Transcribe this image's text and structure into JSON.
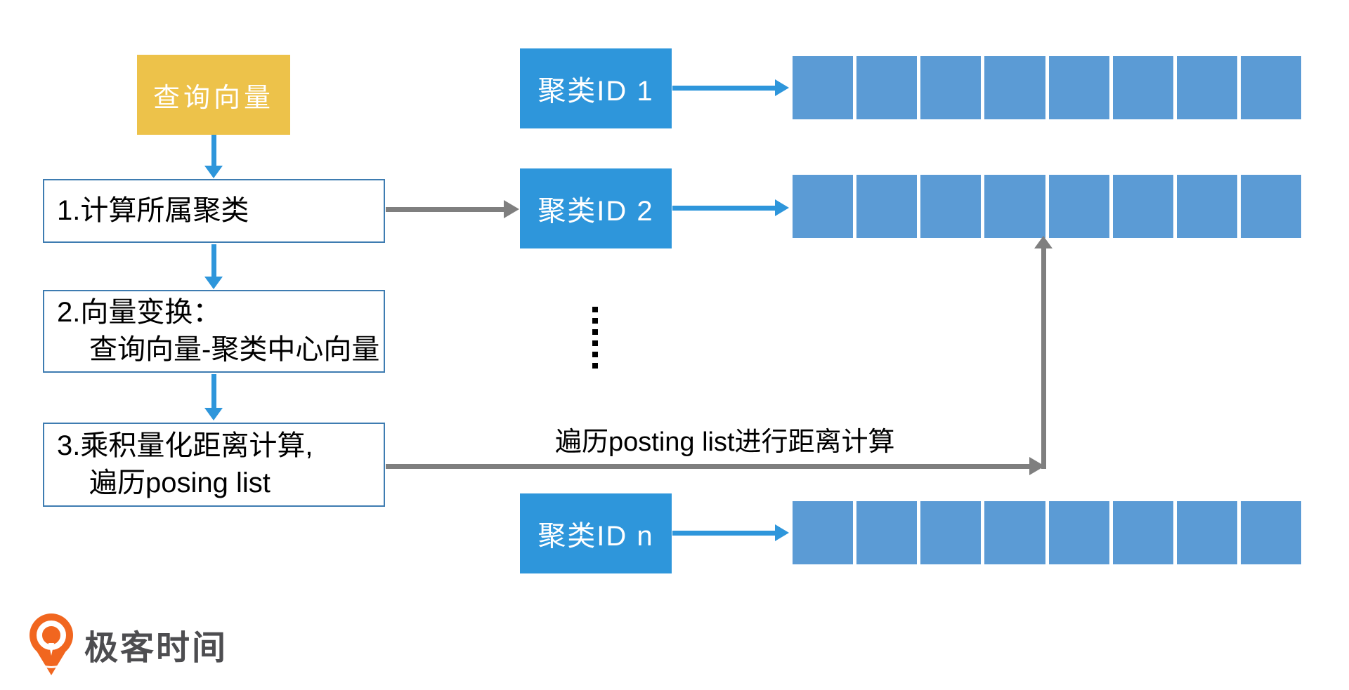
{
  "colors": {
    "yellow": "#edc24a",
    "bright_blue": "#2e96db",
    "cell_blue": "#5b9bd5",
    "border_blue": "#3e7cb1",
    "gray": "#7f7f7f",
    "logo_orange": "#f1661f",
    "logo_text": "#4d4d50"
  },
  "flow": {
    "query_box": {
      "label": "查询向量"
    },
    "steps": [
      {
        "lines": [
          "1.计算所属聚类"
        ]
      },
      {
        "lines": [
          "2.向量变换：",
          "查询向量-聚类中心向量"
        ]
      },
      {
        "lines": [
          "3.乘积量化距离计算,",
          "遍历posing list"
        ]
      }
    ]
  },
  "clusters": [
    {
      "label": "聚类ID 1",
      "cells": 8
    },
    {
      "label": "聚类ID 2",
      "cells": 8
    },
    {
      "label": "聚类ID n",
      "cells": 8
    }
  ],
  "ellipsis": {
    "count": 6
  },
  "traverse_label": "遍历posting list进行距离计算",
  "logo": {
    "text": "极客时间"
  }
}
